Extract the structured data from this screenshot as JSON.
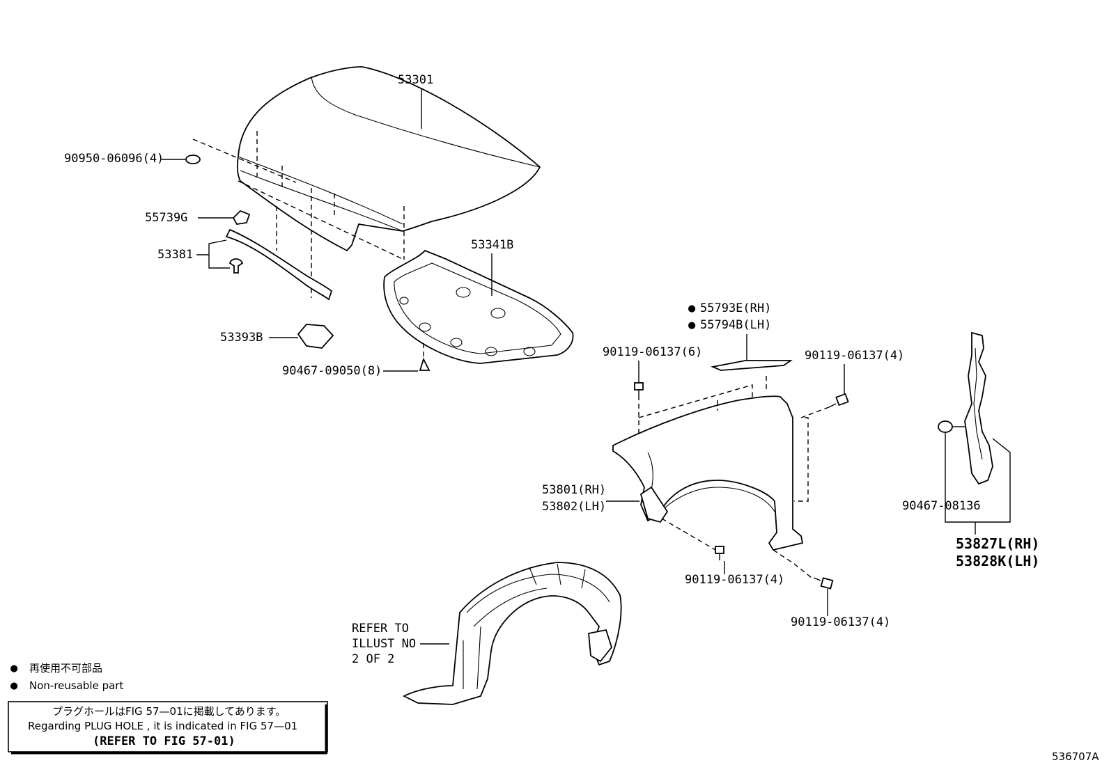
{
  "callouts": {
    "hood": "53301",
    "hood_cushion": "90950-06096(4)",
    "hood_clip": "55739G",
    "seal": "53381",
    "seal_cover": "53393B",
    "insulator": "53341B",
    "insulator_clip": "90467-09050(8)",
    "seal_rh": "55793E(RH)",
    "seal_lh": "55794B(LH)",
    "bolt_top_left": "90119-06137(6)",
    "bolt_top_right": "90119-06137(4)",
    "fender_rh": "53801(RH)",
    "fender_lh": "53802(LH)",
    "bolt_mid": "90119-06137(4)",
    "bolt_bottom": "90119-06137(4)",
    "side_clip": "90467-08136",
    "side_seal_rh": "53827L(RH)",
    "side_seal_lh": "53828K(LH)",
    "refer_line1": "REFER TO",
    "refer_line2": "ILLUST NO",
    "refer_line3": "2 OF 2"
  },
  "legend": {
    "symbol": "●",
    "jp_text": "再使用不可部品",
    "en_text": "Non-reusable part"
  },
  "note_box": {
    "line1": "プラグホールはFIG 57—01に掲載してあります。",
    "line2": "Regarding PLUG HOLE , it is indicated in FIG 57—01",
    "line3": "(REFER TO FIG 57-01)"
  },
  "figure_id": "536707A"
}
